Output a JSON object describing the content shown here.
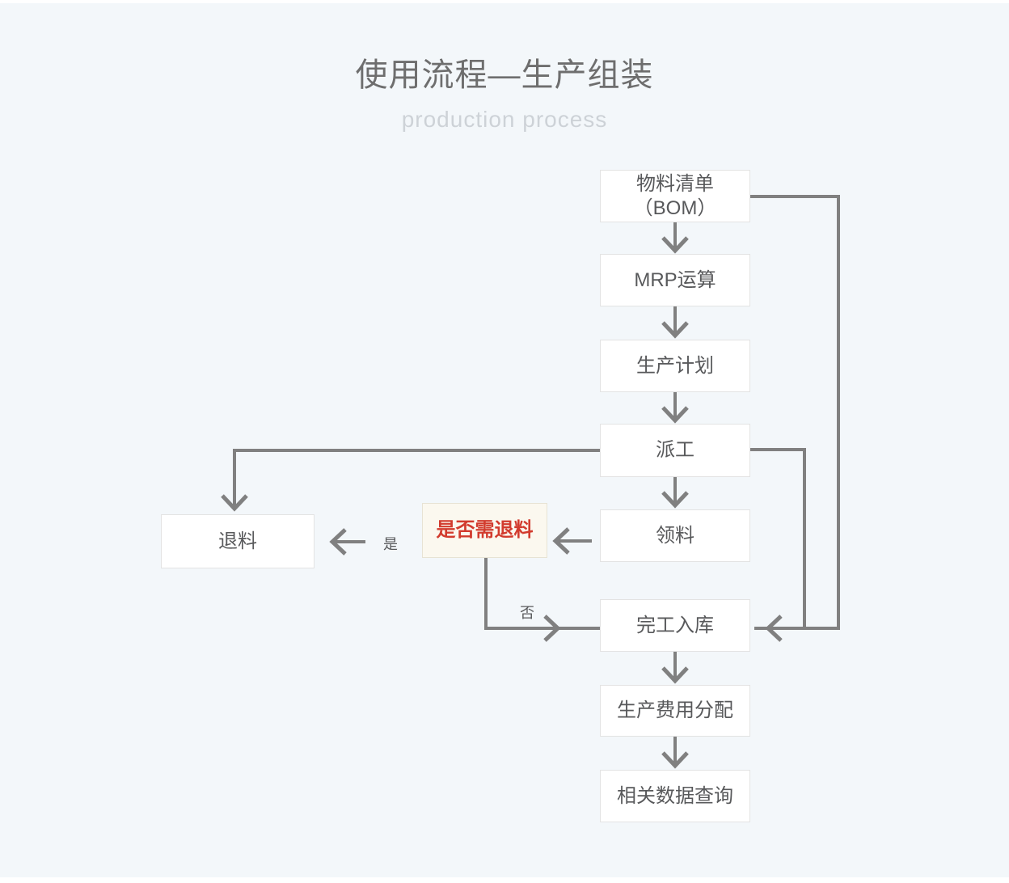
{
  "title": "使用流程—生产组装",
  "subtitle": "production process",
  "nodes": {
    "bom": {
      "label_line1": "物料清单",
      "label_line2": "（BOM）"
    },
    "mrp": {
      "label": "MRP运算"
    },
    "plan": {
      "label": "生产计划"
    },
    "dispatch": {
      "label": "派工"
    },
    "picking": {
      "label": "领料"
    },
    "return": {
      "label": "退料"
    },
    "decision": {
      "label": "是否需退料"
    },
    "warehouse": {
      "label": "完工入库"
    },
    "cost": {
      "label": "生产费用分配"
    },
    "query": {
      "label": "相关数据查询"
    }
  },
  "edge_labels": {
    "yes": "是",
    "no": "否"
  },
  "colors": {
    "background": "#F3F7FA",
    "connector": "#808080",
    "box_fill": "#FFFFFF",
    "box_border": "#E3E3E3",
    "text": "#58595B",
    "title_color": "#6E6E6E",
    "subtitle_color": "#CDD2D7",
    "decision_fill": "#FBF8EF",
    "decision_border": "#E7E3D4",
    "decision_text": "#D23B2E"
  }
}
